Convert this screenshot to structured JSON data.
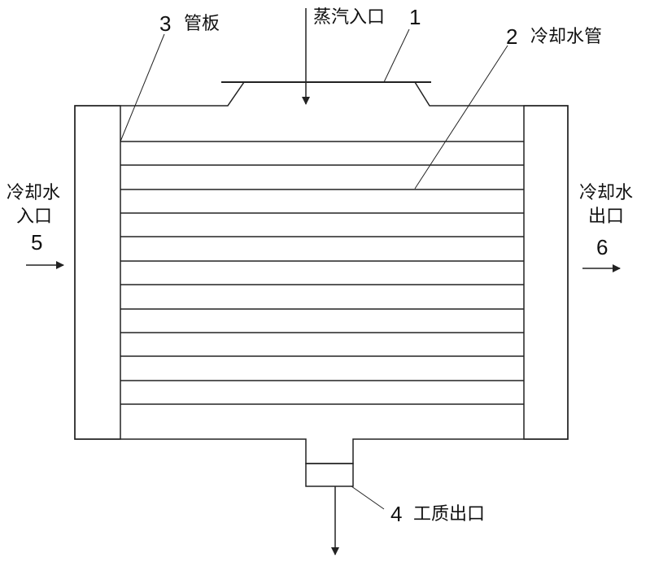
{
  "labels": {
    "steam_inlet": {
      "number": "1",
      "text": "蒸汽入口"
    },
    "cooling_tube": {
      "number": "2",
      "text": "冷却水管"
    },
    "tube_sheet": {
      "number": "3",
      "text": "管板"
    },
    "working_fluid_outlet": {
      "number": "4",
      "text": "工质出口"
    },
    "cooling_water_inlet": {
      "line1": "冷却水",
      "line2": "入口",
      "number": "5"
    },
    "cooling_water_outlet": {
      "line1": "冷却水",
      "line2": "出口",
      "number": "6"
    }
  },
  "tube_count": 12,
  "colors": {
    "line": "#222222",
    "background": "#ffffff"
  }
}
